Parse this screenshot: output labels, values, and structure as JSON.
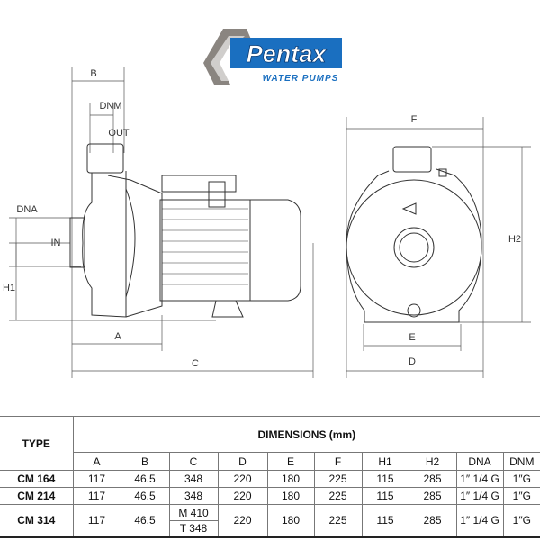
{
  "logo": {
    "brand": "Pentax",
    "tagline": "WATER PUMPS",
    "colors": {
      "blue": "#1a6fc0",
      "grey": "#8a8580"
    }
  },
  "drawing": {
    "side_labels": {
      "b": "B",
      "dnm": "DNM",
      "out": "OUT",
      "dna": "DNA",
      "in": "IN",
      "h1": "H1",
      "a": "A",
      "c": "C"
    },
    "front_labels": {
      "f": "F",
      "h2": "H2",
      "e": "E",
      "d": "D"
    }
  },
  "table": {
    "type_header": "TYPE",
    "dimensions_header": "DIMENSIONS (mm)",
    "columns": [
      "A",
      "B",
      "C",
      "D",
      "E",
      "F",
      "H1",
      "H2",
      "DNA",
      "DNM"
    ],
    "rows": [
      {
        "type": "CM 164",
        "values": [
          "117",
          "46.5",
          "348",
          "220",
          "180",
          "225",
          "115",
          "285",
          "1″ 1/4 G",
          "1″G"
        ]
      },
      {
        "type": "CM 214",
        "values": [
          "117",
          "46.5",
          "348",
          "220",
          "180",
          "225",
          "115",
          "285",
          "1″ 1/4 G",
          "1″G"
        ]
      },
      {
        "type": "CM 314",
        "values": [
          "117",
          "46.5",
          "",
          "220",
          "180",
          "225",
          "115",
          "285",
          "1″ 1/4 G",
          "1″G"
        ],
        "c_split": [
          "M 410",
          "T 348"
        ]
      }
    ]
  }
}
